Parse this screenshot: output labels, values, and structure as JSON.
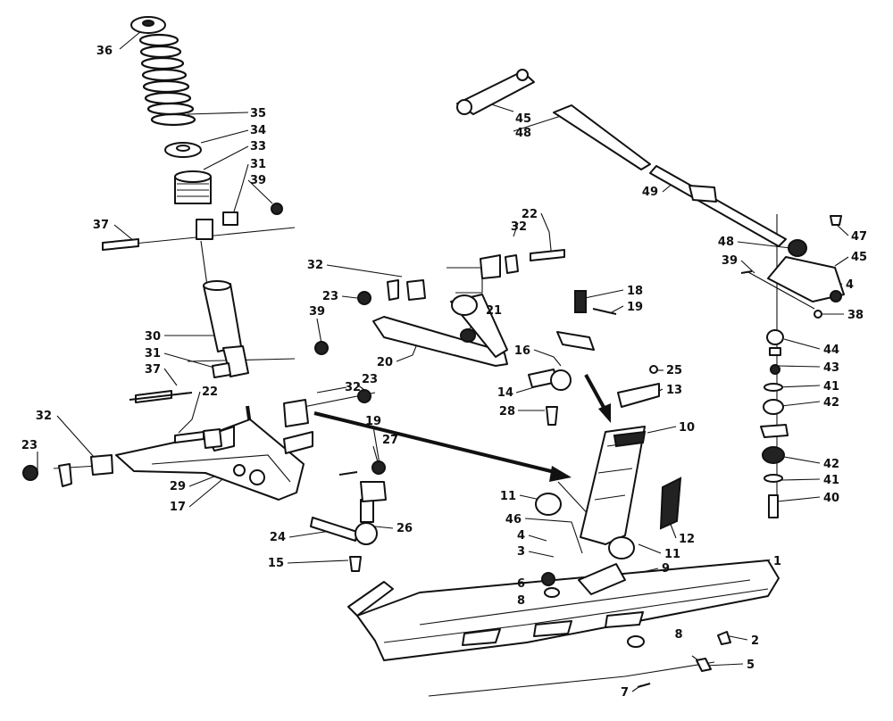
{
  "callouts": [
    {
      "id": "c36",
      "text": "36"
    },
    {
      "id": "c35",
      "text": "35"
    },
    {
      "id": "c34",
      "text": "34"
    },
    {
      "id": "c33",
      "text": "33"
    },
    {
      "id": "c31a",
      "text": "31"
    },
    {
      "id": "c39a",
      "text": "39"
    },
    {
      "id": "c37a",
      "text": "37"
    },
    {
      "id": "c30",
      "text": "30"
    },
    {
      "id": "c31b",
      "text": "31"
    },
    {
      "id": "c37b",
      "text": "37"
    },
    {
      "id": "c22a",
      "text": "22"
    },
    {
      "id": "c32a",
      "text": "32"
    },
    {
      "id": "c23a",
      "text": "23"
    },
    {
      "id": "c29",
      "text": "29"
    },
    {
      "id": "c17",
      "text": "17"
    },
    {
      "id": "c24",
      "text": "24"
    },
    {
      "id": "c15",
      "text": "15"
    },
    {
      "id": "c26",
      "text": "26"
    },
    {
      "id": "c19a",
      "text": "19"
    },
    {
      "id": "c27",
      "text": "27"
    },
    {
      "id": "c32b",
      "text": "32"
    },
    {
      "id": "c23b",
      "text": "23"
    },
    {
      "id": "c39b",
      "text": "39"
    },
    {
      "id": "c32c",
      "text": "32"
    },
    {
      "id": "c23c",
      "text": "23"
    },
    {
      "id": "c20",
      "text": "20"
    },
    {
      "id": "c21",
      "text": "21"
    },
    {
      "id": "c22b",
      "text": "22"
    },
    {
      "id": "c32d",
      "text": "32"
    },
    {
      "id": "c18",
      "text": "18"
    },
    {
      "id": "c19b",
      "text": "19"
    },
    {
      "id": "c16",
      "text": "16"
    },
    {
      "id": "c14",
      "text": "14"
    },
    {
      "id": "c28",
      "text": "28"
    },
    {
      "id": "c25",
      "text": "25"
    },
    {
      "id": "c13",
      "text": "13"
    },
    {
      "id": "c10",
      "text": "10"
    },
    {
      "id": "c12",
      "text": "12"
    },
    {
      "id": "c11a",
      "text": "11"
    },
    {
      "id": "c46",
      "text": "46"
    },
    {
      "id": "c11b",
      "text": "11"
    },
    {
      "id": "c4a",
      "text": "4"
    },
    {
      "id": "c3",
      "text": "3"
    },
    {
      "id": "c9",
      "text": "9"
    },
    {
      "id": "c6",
      "text": "6"
    },
    {
      "id": "c8a",
      "text": "8"
    },
    {
      "id": "c8b",
      "text": "8"
    },
    {
      "id": "c1",
      "text": "1"
    },
    {
      "id": "c2",
      "text": "2"
    },
    {
      "id": "c5",
      "text": "5"
    },
    {
      "id": "c7",
      "text": "7"
    },
    {
      "id": "c45a",
      "text": "45"
    },
    {
      "id": "c48a",
      "text": "48"
    },
    {
      "id": "c49",
      "text": "49"
    },
    {
      "id": "c47",
      "text": "47"
    },
    {
      "id": "c48b",
      "text": "48"
    },
    {
      "id": "c45b",
      "text": "45"
    },
    {
      "id": "c39c",
      "text": "39"
    },
    {
      "id": "c4b",
      "text": "4"
    },
    {
      "id": "c38",
      "text": "38"
    },
    {
      "id": "c44",
      "text": "44"
    },
    {
      "id": "c43",
      "text": "43"
    },
    {
      "id": "c41a",
      "text": "41"
    },
    {
      "id": "c42a",
      "text": "42"
    },
    {
      "id": "c42b",
      "text": "42"
    },
    {
      "id": "c41b",
      "text": "41"
    },
    {
      "id": "c40",
      "text": "40"
    }
  ]
}
